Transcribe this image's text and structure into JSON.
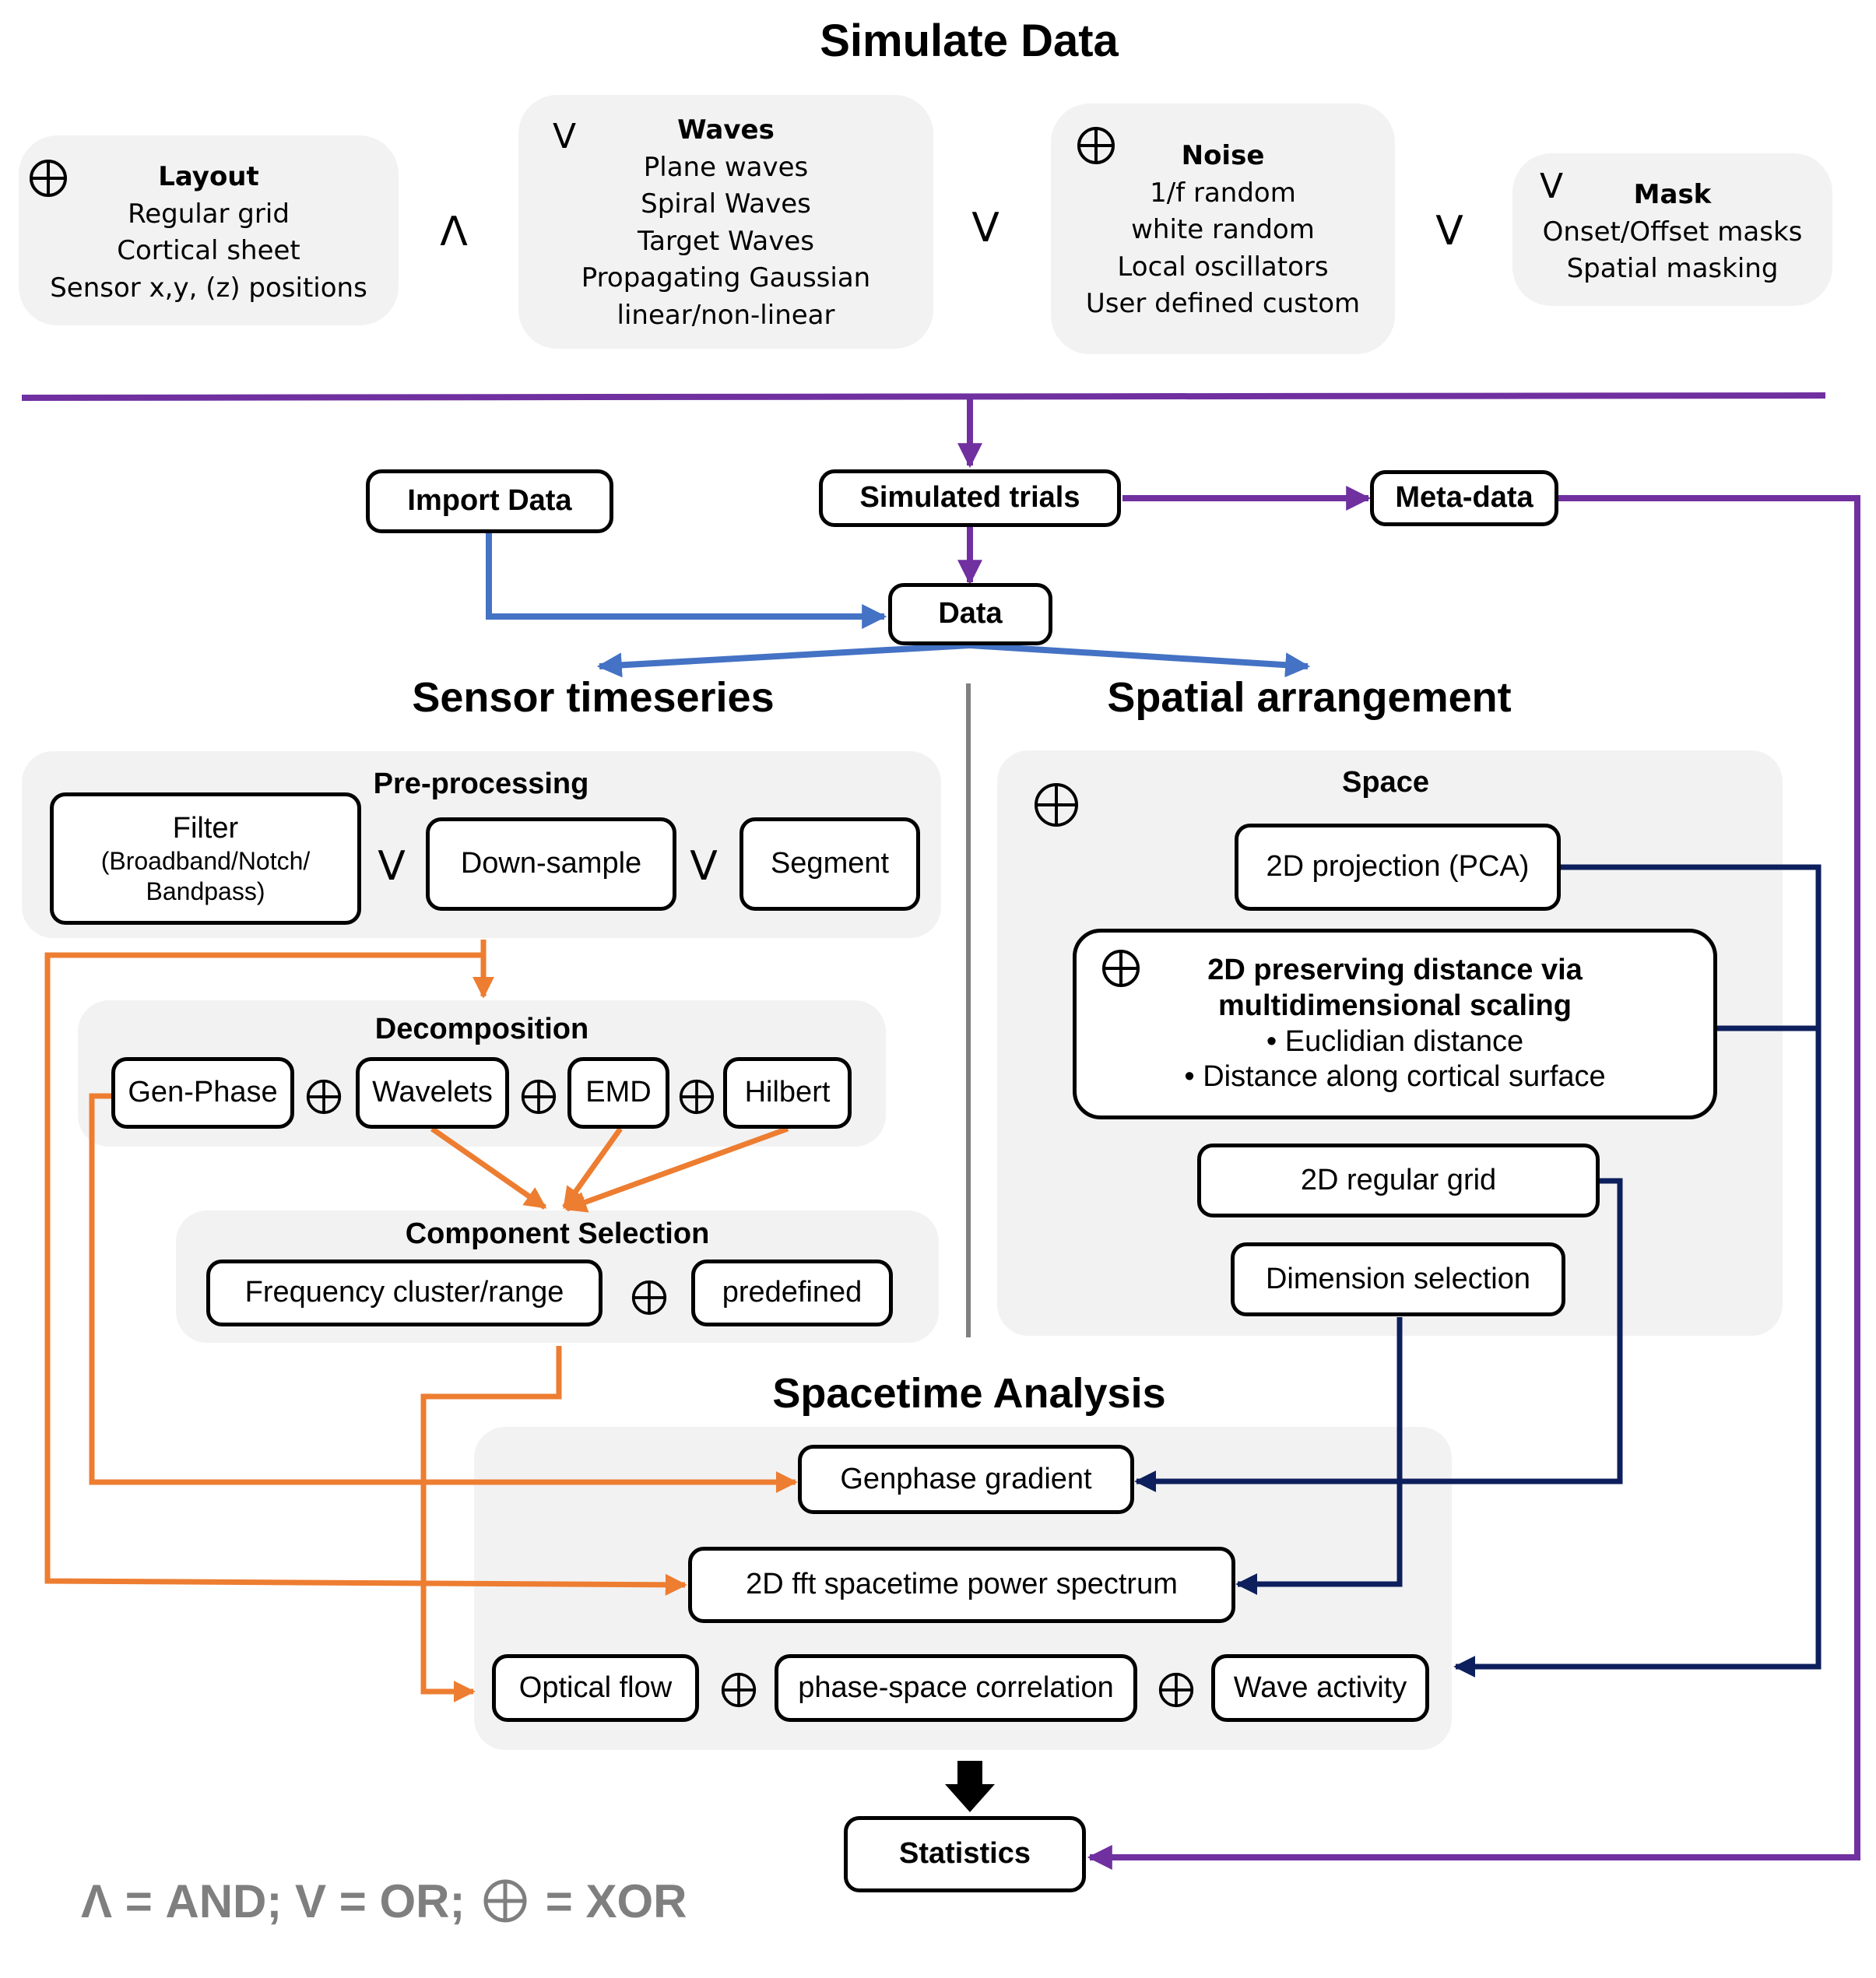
{
  "titles": {
    "simulate": "Simulate Data",
    "sensor": "Sensor timeseries",
    "spatial": "Spatial arrangement",
    "spacetime": "Spacetime Analysis"
  },
  "simulate": {
    "layout": {
      "heading": "Layout",
      "lines": [
        "Regular grid",
        "Cortical sheet",
        "Sensor x,y, (z) positions"
      ]
    },
    "waves": {
      "heading": "Waves",
      "lines": [
        "Plane waves",
        "Spiral Waves",
        "Target Waves",
        "Propagating Gaussian",
        "linear/non-linear"
      ]
    },
    "noise": {
      "heading": "Noise",
      "lines": [
        "1/f random",
        "white random",
        "Local oscillators",
        "User defined custom"
      ]
    },
    "mask": {
      "heading": "Mask",
      "lines": [
        "Onset/Offset masks",
        "Spatial masking"
      ]
    },
    "and_symbol": "Λ",
    "or_symbol": "V"
  },
  "nodes": {
    "import_data": "Import Data",
    "simulated_trials": "Simulated trials",
    "meta_data": "Meta-data",
    "data": "Data",
    "statistics": "Statistics"
  },
  "preprocessing": {
    "title": "Pre-processing",
    "filter": "Filter",
    "filter_detail_1": "(Broadband/Notch/",
    "filter_detail_2": "Bandpass)",
    "downsample": "Down-sample",
    "segment": "Segment"
  },
  "decomposition": {
    "title": "Decomposition",
    "gen_phase": "Gen-Phase",
    "wavelets": "Wavelets",
    "emd": "EMD",
    "hilbert": "Hilbert"
  },
  "component_selection": {
    "title": "Component Selection",
    "frequency": "Frequency cluster/range",
    "predefined": "predefined"
  },
  "space": {
    "title": "Space",
    "pca": "2D projection (PCA)",
    "mds_title_1": "2D preserving distance via",
    "mds_title_2": "multidimensional scaling",
    "mds_bullets": [
      "Euclidian distance",
      "Distance along cortical surface"
    ],
    "regular_grid": "2D regular grid",
    "dimension_selection": "Dimension selection"
  },
  "spacetime": {
    "genphase_gradient": "Genphase gradient",
    "fft": "2D fft spacetime power spectrum",
    "optical_flow": "Optical flow",
    "phase_space": "phase-space correlation",
    "wave_activity": "Wave activity"
  },
  "legend": {
    "and_part": "Λ = AND; V = OR;",
    "xor_part": "= XOR"
  },
  "colors": {
    "purple": "#7030a0",
    "blue": "#4472c4",
    "orange": "#ed7d31",
    "navy": "#0d1f5c",
    "panel": "#f2f2f2",
    "divider": "#808080",
    "legend": "#7f7f7f"
  }
}
